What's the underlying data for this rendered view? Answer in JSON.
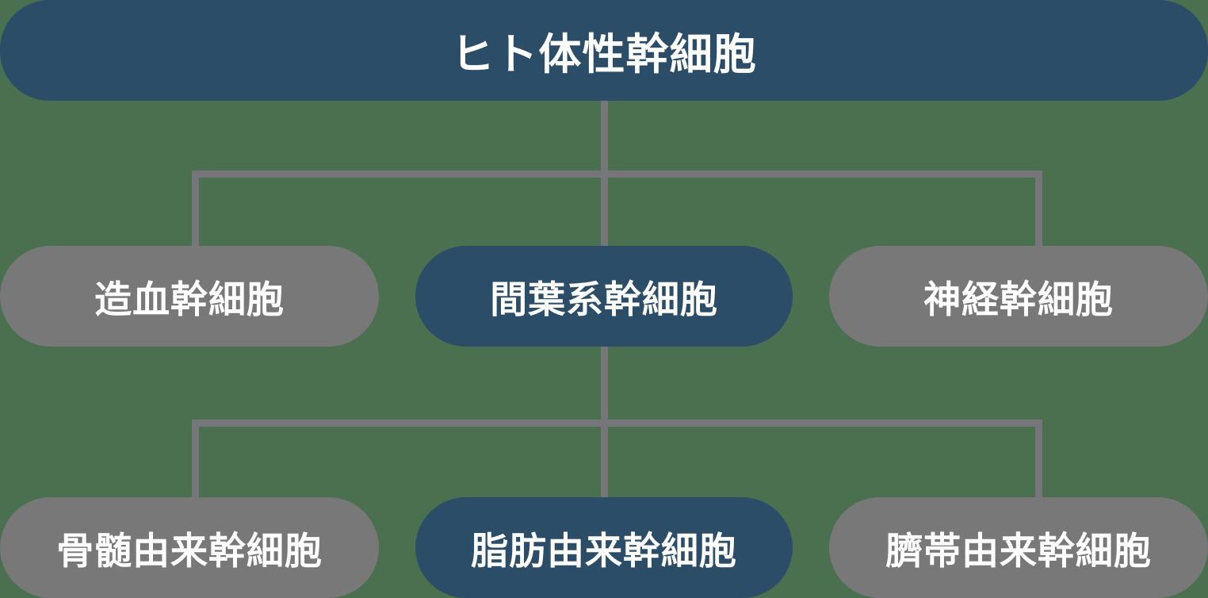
{
  "diagram": {
    "type": "hierarchy-tree",
    "background_color": "#4a7050",
    "line_color": "#76767a",
    "colors": {
      "primary": "#2b4d68",
      "secondary": "#787878",
      "text": "#ffffff"
    },
    "root": {
      "label": "ヒト体性幹細胞",
      "style": "primary"
    },
    "tier2": [
      {
        "label": "造血幹細胞",
        "style": "secondary"
      },
      {
        "label": "間葉系幹細胞",
        "style": "primary"
      },
      {
        "label": "神経幹細胞",
        "style": "secondary"
      }
    ],
    "tier3": [
      {
        "label": "骨髄由来幹細胞",
        "style": "secondary"
      },
      {
        "label": "脂肪由来幹細胞",
        "style": "primary"
      },
      {
        "label": "臍帯由来幹細胞",
        "style": "secondary"
      }
    ]
  }
}
